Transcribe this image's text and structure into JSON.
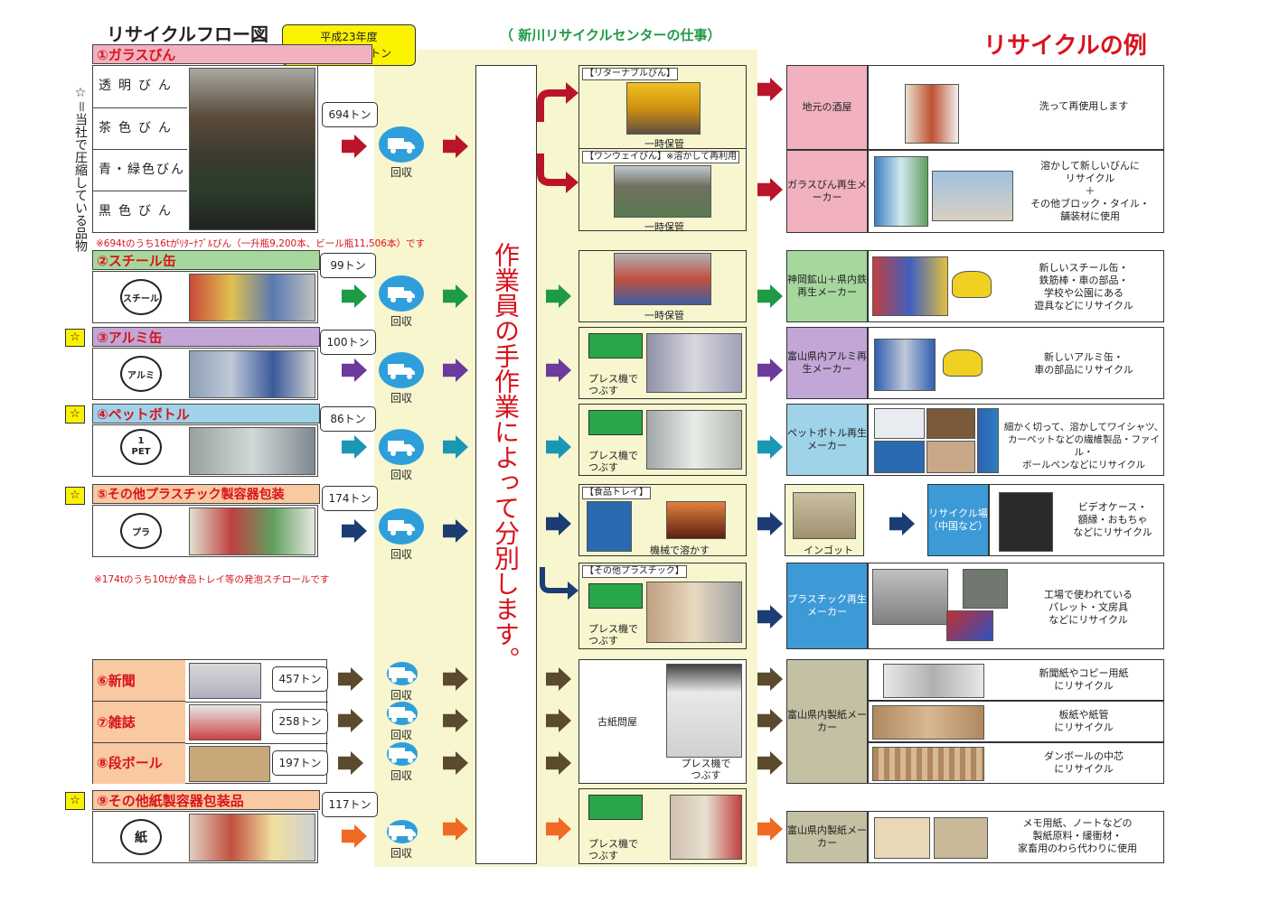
{
  "title": "リサイクルフロー図",
  "summary": {
    "line1": "平成23年度",
    "line2": "回収量2,182トン"
  },
  "center_title": "（ 新川リサイクルセンターの仕事）",
  "examples_title": "リサイクルの例",
  "side_note": "☆＝当社で圧縮している品物",
  "sort_text": "作業員の手作業によって分別します。",
  "kaishu": "回収",
  "star": "☆",
  "colors": {
    "red": "#b9142a",
    "green": "#1e9a45",
    "purple": "#6c3a9c",
    "teal": "#1a97b4",
    "navy": "#1c3d73",
    "brown": "#5c4a2e",
    "orange": "#ef6a22",
    "truck": "#2e9fdb"
  },
  "categories": [
    {
      "label": "①ガラスびん",
      "tons": "694トン",
      "subs": [
        "透明びん",
        "茶色びん",
        "青・緑色びん",
        "黒色びん"
      ]
    },
    {
      "label": "②スチール缶",
      "tons": "99トン",
      "symbol": "スチール"
    },
    {
      "label": "③アルミ缶",
      "tons": "100トン",
      "symbol": "アルミ"
    },
    {
      "label": "④ペットボトル",
      "tons": "86トン",
      "symbol": "PET",
      "symbol_num": "1"
    },
    {
      "label": "⑤その他プラスチック製容器包装",
      "tons": "174トン",
      "symbol": "プラ"
    },
    {
      "label": "⑥新聞",
      "tons": "457トン"
    },
    {
      "label": "⑦雑誌",
      "tons": "258トン"
    },
    {
      "label": "⑧段ボール",
      "tons": "197トン"
    },
    {
      "label": "⑨その他紙製容器包装品",
      "tons": "117トン",
      "symbol": "紙"
    }
  ],
  "notes": {
    "glass": "※694tのうち16tがﾘﾀｰﾅﾌﾞﾙびん（一升瓶9,200本、ビール瓶11,506本）です",
    "plastic": "※174tのうち10tが食品トレイ等の発泡スチロールです"
  },
  "stages": {
    "returnable": "【リターナブルびん】",
    "oneway": "【ワンウェイびん】※溶かして再利用",
    "temp": "一時保管",
    "press": "プレス機でつぶす",
    "tray": "【食品トレイ】",
    "melt": "機械で溶かす",
    "ingot": "インゴット",
    "other_plastic": "【その他プラスチック】",
    "paper_dealer": "古紙問屋"
  },
  "dests": {
    "sake": "地元の酒屋",
    "glass_maker": "ガラスびん再生メーカー",
    "steel": "神岡鉱山＋県内鉄再生メーカー",
    "alu": "富山県内アルミ再生メーカー",
    "pet": "ペットボトル再生メーカー",
    "recycle_site": "リサイクル場（中国など）",
    "plastic": "プラスチック再生メーカー",
    "paper": "富山県内製紙メーカー",
    "paper2": "富山県内製紙メーカー"
  },
  "examples": {
    "sake": "洗って再使用します",
    "glass": [
      "溶かして新しいびんに",
      "リサイクル",
      "＋",
      "その他ブロック・タイル・",
      "舗装材に使用"
    ],
    "steel": [
      "新しいスチール缶・",
      "鉄筋棒・車の部品・",
      "学校や公園にある",
      "遊具などにリサイクル"
    ],
    "alu": [
      "新しいアルミ缶・",
      "車の部品にリサイクル"
    ],
    "pet": [
      "細かく切って、溶かしてワイシャツ、",
      "カーペットなどの繊維製品・ファイル・",
      "ボールペンなどにリサイクル"
    ],
    "tray": [
      "ビデオケース・",
      "額縁・おもちゃ",
      "などにリサイクル"
    ],
    "plastic": [
      "工場で使われている",
      "パレット・文房具",
      "などにリサイクル"
    ],
    "news": [
      "新聞紙やコピー用紙",
      "にリサイクル"
    ],
    "mag": [
      "板紙や紙管",
      "にリサイクル"
    ],
    "cardboard": [
      "ダンボールの中芯",
      "にリサイクル"
    ],
    "otherpaper": [
      "メモ用紙、ノートなどの",
      "製紙原料・緩衝材・",
      "家畜用のわら代わりに使用"
    ]
  }
}
